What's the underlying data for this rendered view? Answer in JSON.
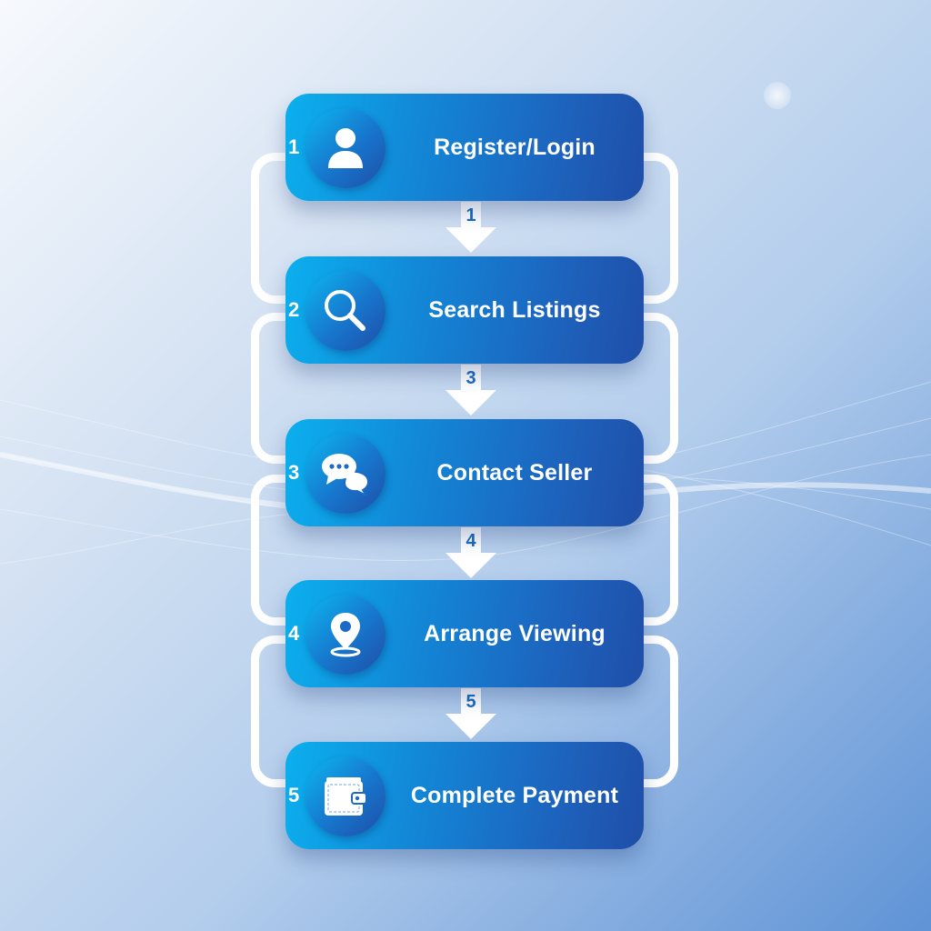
{
  "diagram": {
    "type": "vertical-process-flow",
    "colors": {
      "box_gradient_start": "#0bb0ee",
      "box_gradient_end": "#1f4ea8",
      "connector": "#ffffff",
      "arrow_number": "#1c6cc2",
      "text": "#ffffff"
    },
    "steps": [
      {
        "number": "1",
        "label": "Register/Login",
        "icon": "user-icon"
      },
      {
        "number": "2",
        "label": "Search Listings",
        "icon": "search-icon"
      },
      {
        "number": "3",
        "label": "Contact Seller",
        "icon": "chat-bubbles-icon"
      },
      {
        "number": "4",
        "label": "Arrange Viewing",
        "icon": "location-pin-icon"
      },
      {
        "number": "5",
        "label": "Complete Payment",
        "icon": "wallet-icon"
      }
    ],
    "arrows": [
      {
        "label": "1",
        "from": "Register/Login",
        "to": "Search Listings"
      },
      {
        "label": "3",
        "from": "Search Listings",
        "to": "Contact Seller"
      },
      {
        "label": "4",
        "from": "Contact Seller",
        "to": "Arrange Viewing"
      },
      {
        "label": "5",
        "from": "Arrange Viewing",
        "to": "Complete Payment"
      }
    ]
  }
}
